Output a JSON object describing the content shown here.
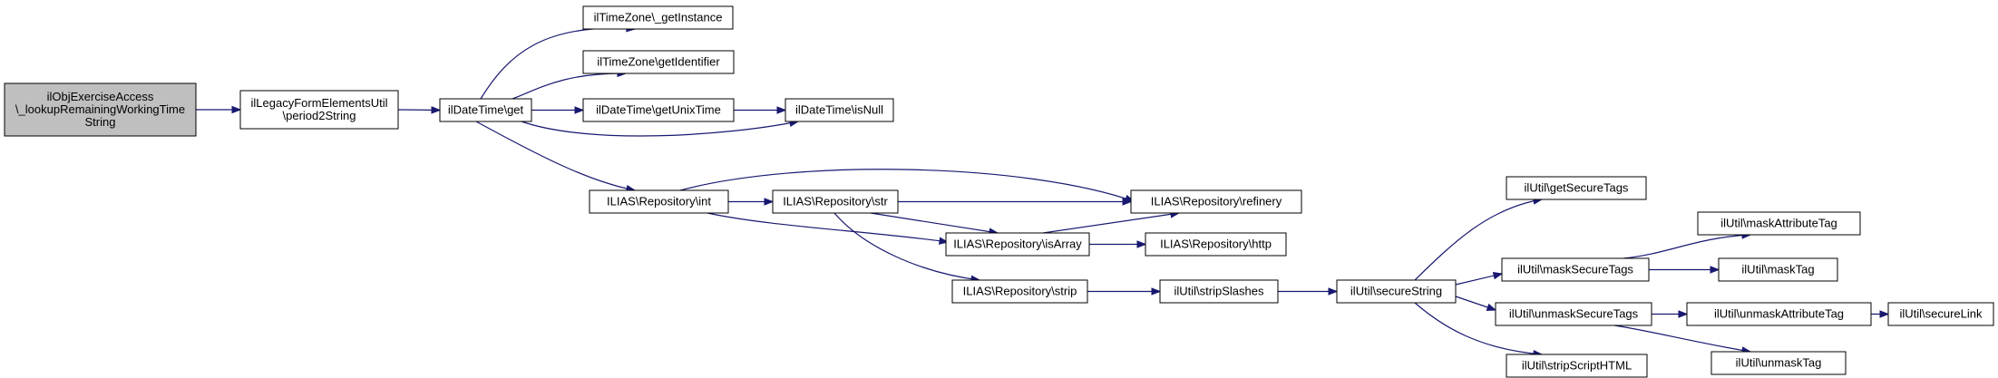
{
  "diagram": {
    "nodes": {
      "root": [
        "ilObjExerciseAccess",
        "\\_lookupRemainingWorkingTime",
        "String"
      ],
      "period2string": [
        "ilLegacyFormElementsUtil",
        "\\period2String"
      ],
      "dt_get": [
        "ilDateTime\\get"
      ],
      "tz_getinstance": [
        "ilTimeZone\\_getInstance"
      ],
      "tz_getidentifier": [
        "ilTimeZone\\getIdentifier"
      ],
      "dt_getunixtime": [
        "ilDateTime\\getUnixTime"
      ],
      "dt_isnull": [
        "ilDateTime\\isNull"
      ],
      "repo_int": [
        "ILIAS\\Repository\\int"
      ],
      "repo_str": [
        "ILIAS\\Repository\\str"
      ],
      "repo_refinery": [
        "ILIAS\\Repository\\refinery"
      ],
      "repo_isarray": [
        "ILIAS\\Repository\\isArray"
      ],
      "repo_http": [
        "ILIAS\\Repository\\http"
      ],
      "repo_strip": [
        "ILIAS\\Repository\\strip"
      ],
      "util_stripslashes": [
        "ilUtil\\stripSlashes"
      ],
      "util_securestring": [
        "ilUtil\\secureString"
      ],
      "util_getsecuretags": [
        "ilUtil\\getSecureTags"
      ],
      "util_masksecuretags": [
        "ilUtil\\maskSecureTags"
      ],
      "util_unmasksecuretags": [
        "ilUtil\\unmaskSecureTags"
      ],
      "util_stripscripthtml": [
        "ilUtil\\stripScriptHTML"
      ],
      "util_maskattributetag": [
        "ilUtil\\maskAttributeTag"
      ],
      "util_masktag": [
        "ilUtil\\maskTag"
      ],
      "util_unmaskattributetag": [
        "ilUtil\\unmaskAttributeTag"
      ],
      "util_unmasktag": [
        "ilUtil\\unmaskTag"
      ],
      "util_securelink": [
        "ilUtil\\secureLink"
      ]
    },
    "edges": [
      [
        "root",
        "period2string"
      ],
      [
        "period2string",
        "dt_get"
      ],
      [
        "dt_get",
        "tz_getinstance"
      ],
      [
        "dt_get",
        "tz_getidentifier"
      ],
      [
        "dt_get",
        "dt_getunixtime"
      ],
      [
        "dt_get",
        "dt_isnull"
      ],
      [
        "dt_get",
        "repo_int"
      ],
      [
        "dt_getunixtime",
        "dt_isnull"
      ],
      [
        "repo_int",
        "repo_str"
      ],
      [
        "repo_int",
        "repo_refinery"
      ],
      [
        "repo_int",
        "repo_isarray"
      ],
      [
        "repo_str",
        "repo_refinery"
      ],
      [
        "repo_str",
        "repo_isarray"
      ],
      [
        "repo_str",
        "repo_strip"
      ],
      [
        "repo_isarray",
        "repo_refinery"
      ],
      [
        "repo_isarray",
        "repo_http"
      ],
      [
        "repo_strip",
        "util_stripslashes"
      ],
      [
        "util_stripslashes",
        "util_securestring"
      ],
      [
        "util_securestring",
        "util_getsecuretags"
      ],
      [
        "util_securestring",
        "util_masksecuretags"
      ],
      [
        "util_securestring",
        "util_unmasksecuretags"
      ],
      [
        "util_securestring",
        "util_stripscripthtml"
      ],
      [
        "util_masksecuretags",
        "util_maskattributetag"
      ],
      [
        "util_masksecuretags",
        "util_masktag"
      ],
      [
        "util_unmasksecuretags",
        "util_unmaskattributetag"
      ],
      [
        "util_unmasksecuretags",
        "util_unmasktag"
      ],
      [
        "util_unmaskattributetag",
        "util_securelink"
      ]
    ],
    "colors": {
      "edge": "#191970",
      "node_border": "#000000",
      "node_fill": "#ffffff",
      "root_fill": "#bfbfbf"
    }
  }
}
